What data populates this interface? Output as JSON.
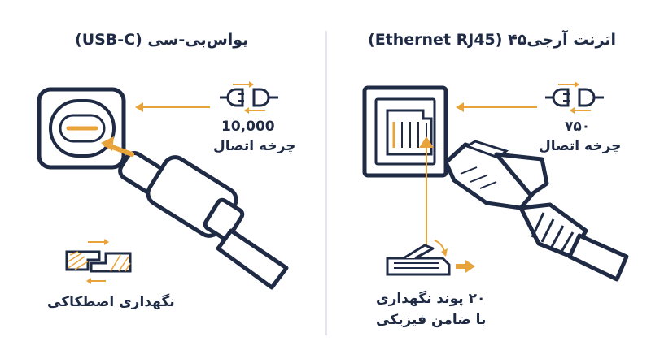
{
  "usb": {
    "title": "یواس‌بی-سی (USB-C)",
    "cycles": "10,000",
    "cycles_label": "چرخه اتصال",
    "retention_label": "نگهداری اصطکاکی"
  },
  "ethernet": {
    "title": "اترنت آرجی۴۵ (Ethernet RJ45)",
    "cycles": "۷۵۰",
    "cycles_label": "چرخه اتصال",
    "retention_line1": "۲۰ پوند نگهداری",
    "retention_line2": "با ضامن فیزیکی"
  },
  "colors": {
    "ink": "#1f2a44",
    "accent": "#e8a33a",
    "divider": "#e3e6ec"
  }
}
